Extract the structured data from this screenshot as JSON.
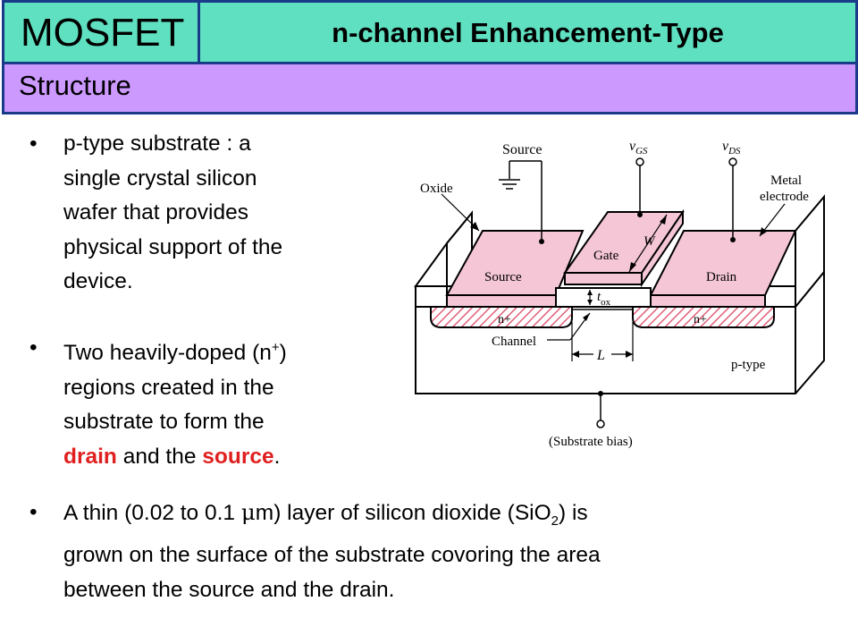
{
  "header": {
    "title": "MOSFET",
    "subtitle": "n-channel Enhancement-Type",
    "section": "Structure"
  },
  "bullets": {
    "b1_lines": [
      "p-type substrate : a",
      "single crystal silicon",
      "wafer that provides",
      "physical support of the",
      "device."
    ],
    "b2_l1_pre": "Two heavily-doped (n",
    "b2_l1_sup": "+",
    "b2_l1_post": ")",
    "b2_l2": "regions created in the",
    "b2_l3": "substrate to form the",
    "b2_drain": "drain",
    "b2_mid": " and the ",
    "b2_source": "source",
    "b2_end": ".",
    "b3_l1_a": "A thin (0.02 to 0.1 ",
    "b3_l1_mu": "μ",
    "b3_l1_b": "m) layer of silicon dioxide (SiO",
    "b3_l1_sub": "2",
    "b3_l1_c": ") is",
    "b3_l2": "grown on the surface of the substrate covoring the area",
    "b3_l3": "between the source and the drain."
  },
  "diagram": {
    "label_source_top": "Source",
    "label_vgs_v": "v",
    "label_vgs_sub": "GS",
    "label_vds_v": "v",
    "label_vds_sub": "DS",
    "label_metal_1": "Metal",
    "label_metal_2": "electrode",
    "label_oxide": "Oxide",
    "label_gate": "Gate",
    "label_w": "W",
    "label_source": "Source",
    "label_drain": "Drain",
    "label_tox_t": "t",
    "label_tox_sub": "ox",
    "label_nplus": "n+",
    "label_channel": "Channel",
    "label_l": "L",
    "label_ptype": "p-type",
    "label_substrate_bias": "(Substrate bias)",
    "colors": {
      "pink": "#f5c6d6",
      "hatch": "#e0607a",
      "header_teal": "#5fe0c0",
      "header_purple": "#cc99ff"
    }
  }
}
